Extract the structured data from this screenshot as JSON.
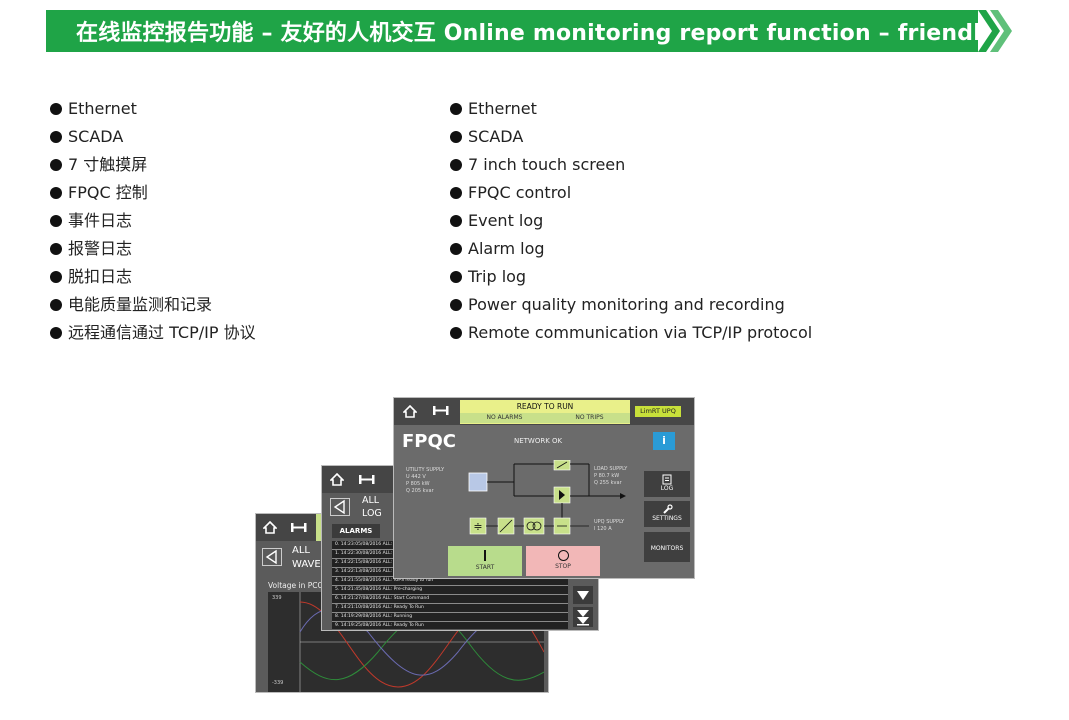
{
  "header": {
    "title": "在线监控报告功能 – 友好的人机交互 Online monitoring report function – friendly"
  },
  "features_cn": [
    "Ethernet",
    "SCADA",
    "7 寸触摸屏",
    "FPQC 控制",
    "事件日志",
    "报警日志",
    "脱扣日志",
    "电能质量监测和记录",
    "远程通信通过 TCP/IP 协议"
  ],
  "features_en": [
    "Ethernet",
    "SCADA",
    "7 inch touch screen",
    "FPQC control",
    "Event log",
    "Alarm log",
    "Trip log",
    "Power quality monitoring and recording",
    "Remote communication via TCP/IP protocol"
  ],
  "hmi_front": {
    "status": "READY TO RUN",
    "no_alarms": "NO ALARMS",
    "no_trips": "NO TRIPS",
    "brand_tag": "LimRT UPQ",
    "title": "FPQC",
    "network": "NETWORK OK",
    "info_icon": "i",
    "utility_supply": {
      "label": "UTILITY SUPPLY",
      "u": "U   442   V",
      "p": "P   805   kW",
      "q": "Q   205   kvar"
    },
    "load_supply": {
      "label": "LOAD SUPPLY",
      "p": "P   80.7   kW",
      "q": "Q   255   kvar"
    },
    "upq_supply": {
      "label": "UPQ SUPPLY",
      "i": "I    120    A"
    },
    "buttons": {
      "log": "LOG",
      "settings": "SETTINGS",
      "monitors": "MONITORS",
      "start": "START",
      "stop": "STOP"
    }
  },
  "hmi_mid": {
    "view_line1": "ALL",
    "view_line2": "LOG",
    "tab_alarms": "ALARMS",
    "log_rows": [
      "0. 14:23:05/08/2016 ALL:",
      "1. 14:22:30/08/2016 ALL:",
      "2. 14:22:15/08/2016 ALL:",
      "3. 14:22:13/08/2016 ALL:",
      "4. 14:21:55/08/2016 ALL: IGPS ready to run",
      "5. 14:21:45/08/2016 ALL: Pre-charging",
      "6. 14:21:27/08/2016 ALL: Start Command",
      "7. 14:21:10/08/2016 ALL: Ready To Run",
      "8. 14:19:29/08/2016 ALL: Running",
      "9. 14:19:25/08/2016 ALL: Ready To Run"
    ]
  },
  "hmi_back": {
    "view_line1": "ALL",
    "view_line2": "WAVEF",
    "plot_title": "Voltage in PCC",
    "y_max": "339",
    "y_min": "-339"
  },
  "colors": {
    "banner_green": "#1fa447",
    "status_green": "#c8e08a",
    "start_green": "#b8dc8c",
    "stop_pink": "#f2b7b7",
    "info_blue": "#2a9bd6"
  }
}
